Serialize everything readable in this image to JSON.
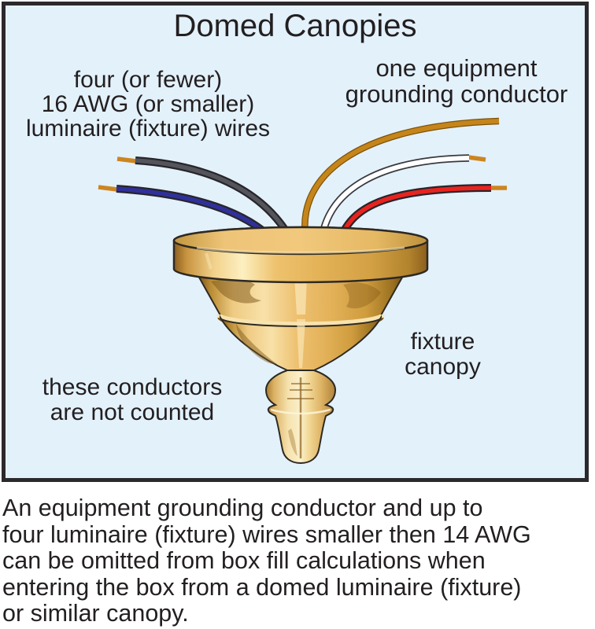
{
  "diagram": {
    "title": "Domed Canopies",
    "label_luminaire_wires": {
      "line1": "four (or fewer)",
      "line2": "16 AWG (or smaller)",
      "line3": "luminaire (fixture) wires"
    },
    "label_grounding": {
      "line1": "one equipment",
      "line2": "grounding conductor"
    },
    "label_fixture_canopy": {
      "line1": "fixture",
      "line2": "canopy"
    },
    "label_not_counted": {
      "line1": "these conductors",
      "line2": "are not counted"
    }
  },
  "caption": {
    "line1": "An equipment grounding conductor and up to",
    "line2": "four luminaire (fixture) wires smaller then 14 AWG",
    "line3": "can be omitted from box fill calculations when",
    "line4": "entering the box from a domed luminaire (fixture)",
    "line5": "or similar canopy."
  },
  "colors": {
    "panel_background": "#e3f1fb",
    "panel_border": "#2b292c",
    "text": "#231f20",
    "wire_gray": "#54545c",
    "wire_blue": "#30309a",
    "wire_white": "#ffffff",
    "wire_red": "#e8231f",
    "ground_conductor": "#c5851a",
    "ground_conductor_edge": "#7d5308",
    "copper_tip": "#cc8520",
    "brass": "#eec26f"
  }
}
